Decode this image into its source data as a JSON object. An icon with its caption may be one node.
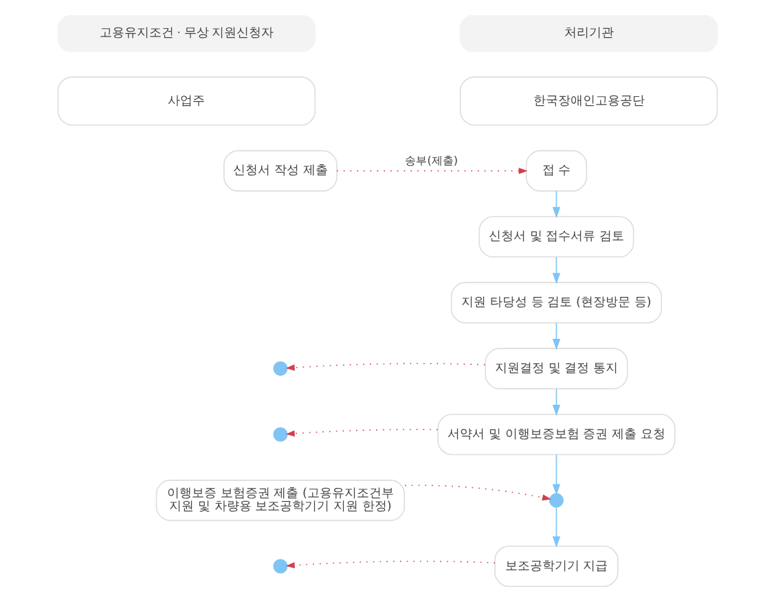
{
  "diagram": {
    "nodes": [
      {
        "text": [
          "고용유지조건 · 무상 지원신청자"
        ]
      },
      {
        "text": [
          "처리기관"
        ]
      },
      {
        "text": [
          "사업주"
        ]
      },
      {
        "text": [
          "한국장애인고용공단"
        ]
      },
      {
        "text": [
          "신청서 작성 제출"
        ]
      },
      {
        "text": [
          "접 수"
        ]
      },
      {
        "text": [
          "신청서 및 접수서류 검토"
        ]
      },
      {
        "text": [
          "지원 타당성 등 검토 (현장방문 등)"
        ]
      },
      {
        "text": [
          "지원결정 및 결정 통지"
        ]
      },
      {
        "text": [],
        "shape": "circle"
      },
      {
        "text": [
          "서약서 및 이행보증보험 증권 제출 요청"
        ]
      },
      {
        "text": [],
        "shape": "circle"
      },
      {
        "text": [
          "이행보증 보험증권 제출 (고용유지조건부 지원 및 차량용 보조공학기기 지원 한정)"
        ]
      },
      {
        "text": [],
        "shape": "circle"
      },
      {
        "text": [
          "보조공학기기 지급"
        ]
      },
      {
        "text": [],
        "shape": "circle"
      }
    ],
    "edges": [
      {
        "from": 4,
        "to": 5,
        "arrow": "to",
        "label": "송부(제출)",
        "style": "dashed",
        "color": "#d0404f"
      },
      {
        "from": 5,
        "to": 6,
        "arrow": "to"
      },
      {
        "from": 6,
        "to": 7,
        "arrow": "to"
      },
      {
        "from": 7,
        "to": 8,
        "arrow": "to"
      },
      {
        "from": 8,
        "to": 9,
        "arrow": "to",
        "style": "dashed",
        "color": "#d0404f"
      },
      {
        "from": 8,
        "to": 10,
        "arrow": "to"
      },
      {
        "from": 10,
        "to": 11,
        "arrow": "to",
        "style": "dashed",
        "color": "#d0404f"
      },
      {
        "from": 10,
        "to": 13,
        "arrow": "to"
      },
      {
        "from": 12,
        "to": 13,
        "arrow": "to",
        "style": "dashed",
        "color": "#d0404f"
      },
      {
        "from": 13,
        "to": 14,
        "arrow": "to"
      },
      {
        "from": 14,
        "to": 15,
        "arrow": "to",
        "style": "dashed",
        "color": "#d0404f"
      }
    ]
  }
}
